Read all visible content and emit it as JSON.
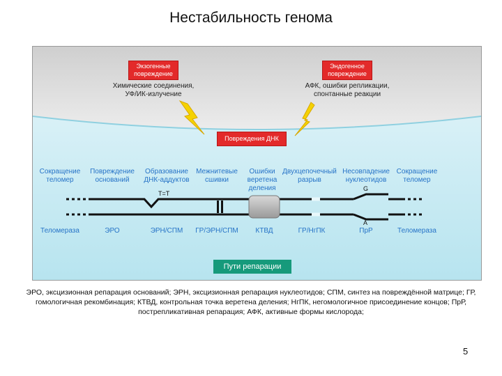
{
  "title": "Нестабильность генома",
  "damage": {
    "exogenous": {
      "label_line1": "Экзогенные",
      "label_line2": "повреждение",
      "sources_line1": "Химические соединения,",
      "sources_line2": "УФ/ИК-излучение"
    },
    "endogenous": {
      "label_line1": "Эндогенное",
      "label_line2": "повреждение",
      "sources_line1": "АФК, ошибки репликации,",
      "sources_line2": "спонтанные реакции"
    },
    "dna_damage_label": "Повреждения ДНК"
  },
  "causes": [
    {
      "line1": "Сокращение",
      "line2": "теломер",
      "line3": ""
    },
    {
      "line1": "Повреждение",
      "line2": "оснований",
      "line3": ""
    },
    {
      "line1": "Образование",
      "line2": "ДНК-аддуктов",
      "line3": ""
    },
    {
      "line1": "Межнитевые",
      "line2": "сшивки",
      "line3": ""
    },
    {
      "line1": "Ошибки",
      "line2": "веретена",
      "line3": "деления"
    },
    {
      "line1": "Двухцепочечный",
      "line2": "разрыв",
      "line3": ""
    },
    {
      "line1": "Несовпадение",
      "line2": "нуклеотидов",
      "line3": ""
    },
    {
      "line1": "Сокращение",
      "line2": "теломер",
      "line3": ""
    }
  ],
  "dna_marks": {
    "thymine_dimer": "T=T",
    "base_top": "G",
    "base_bottom": "A"
  },
  "pathways": [
    "Теломераза",
    "ЭРО",
    "ЭРН/СПМ",
    "ГР/ЭРН/СПМ",
    "КТВД",
    "ГР/НгПК",
    "ПрР",
    "Теломераза"
  ],
  "repair_label": "Пути репарации",
  "caption": "ЭРО, эксцизионная репарация оснований; ЭРН, эксцизионная репарация нуклеотидов; СПМ, синтез на повреждённой матрице; ГР, гомологичная рекомбинация; КТВД, контрольная точка веретена деления; НгПК, негомологичное присоединение концов; ПрР, пострепликативная репарация; АФК, активные формы кислорода;",
  "page_number": "5",
  "colors": {
    "damage_red": "#e32a2a",
    "repair_green": "#169a7b",
    "label_blue": "#2673c7",
    "lightning": "#f5d200"
  }
}
